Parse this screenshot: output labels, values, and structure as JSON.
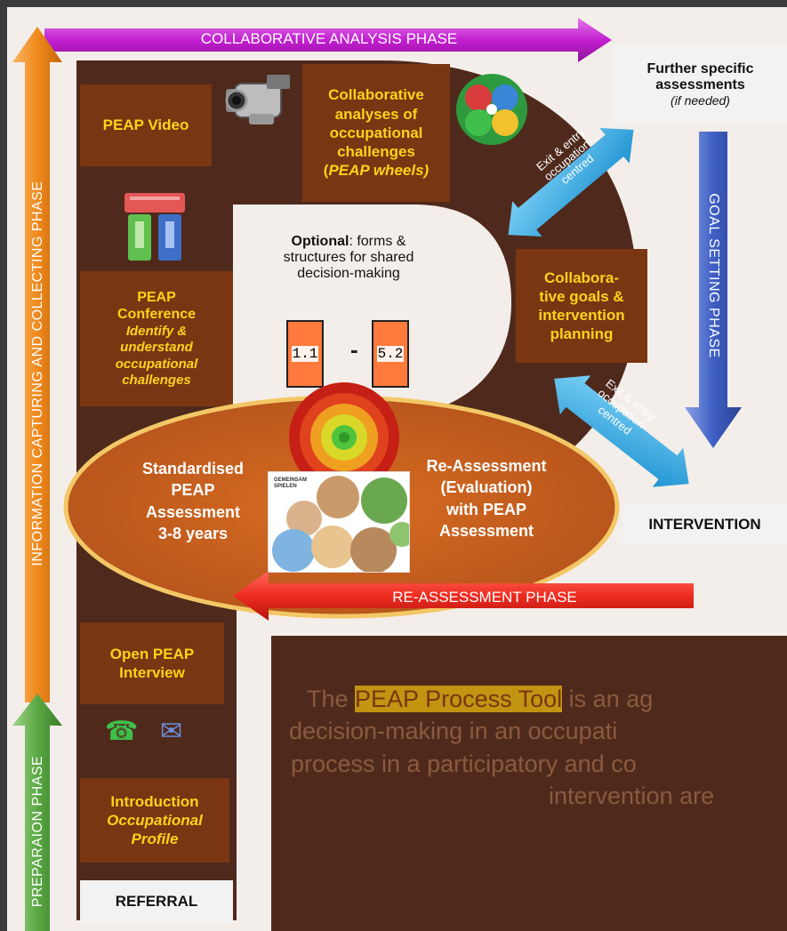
{
  "phases": {
    "collaborative_analysis": "COLLABORATIVE ANALYSIS PHASE",
    "information_capturing": "INFORMATION CAPTURING AND COLLECTING PHASE",
    "preparation": "PREPARAION PHASE",
    "goal_setting": "GOAL SETTING PHASE",
    "reassessment": "RE-ASSESSMENT PHASE"
  },
  "boxes": {
    "peap_video": "PEAP Video",
    "collab_analyses": [
      "Collaborative",
      "analyses of",
      "occupational",
      "challenges"
    ],
    "peap_wheels_open": "(",
    "peap_wheels": "PEAP wheels)",
    "conference_title": [
      "PEAP",
      "Conference"
    ],
    "conference_sub": [
      "Identify &",
      "understand",
      "occupational",
      "challenges"
    ],
    "collab_goals": [
      "Collabora-",
      "tive goals &",
      "intervention",
      "planning"
    ],
    "open_interview": [
      "Open PEAP",
      "Interview"
    ],
    "introduction": "Introduction",
    "occupational_profile": [
      "Occupational",
      "Profile"
    ]
  },
  "labels": {
    "further_title": [
      "Further specific",
      "assessments"
    ],
    "further_note": "(if needed)",
    "optional_bold": "Optional",
    "optional_rest": ": forms &",
    "optional_lines": [
      "structures for shared",
      "decision-making"
    ],
    "intervention": "INTERVENTION",
    "referral": "REFERRAL"
  },
  "exit_entry": [
    "Exit & entry",
    "occupation-",
    "centred"
  ],
  "cards": {
    "left": "1.1",
    "dash": "-",
    "right": "5.2"
  },
  "ellipse": {
    "left": [
      "Standardised",
      "PEAP",
      "Assessment",
      "3-8 years"
    ],
    "right": [
      "Re-Assessment",
      "(Evaluation)",
      "with PEAP",
      "Assessment"
    ]
  },
  "photo_caption": [
    "GEMEINSAM",
    "SPIELEN"
  ],
  "bottom_text": {
    "prefix": "The ",
    "highlight": "PEAP Process Tool",
    "line1_rest": "  is an ag",
    "line2": "decision-making in an occupati",
    "line3": "process in a participatory and co",
    "line4": "intervention are"
  },
  "icons": [
    "video-camera-icon",
    "peap-wheels-icon",
    "phone-icon",
    "mail-icon",
    "target-icon",
    "binders-icon"
  ],
  "colors": {
    "brown_box": "#7a3612",
    "dark_brown": "#4f2a1c",
    "yellow_text": "#ffd21a",
    "orange_ellipse": "#c9601b",
    "purple_arrow": "#c31fd1",
    "orange_arrow": "#f08a1c",
    "green_arrow": "#5aa843",
    "blue_arrow": "#3f5fc4",
    "red_arrow": "#ef2b20",
    "cyan_arrow": "#1ea4e6",
    "highlight": "#c19411"
  }
}
